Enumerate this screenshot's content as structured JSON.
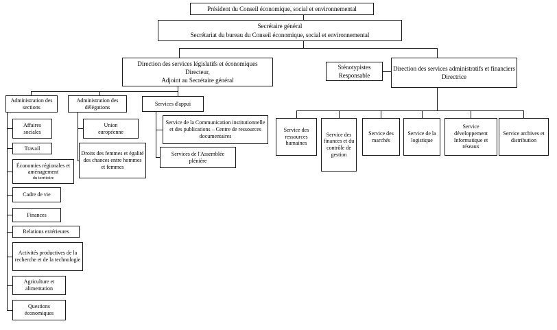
{
  "chart": {
    "president": {
      "label": "Président du Conseil économique, social et environnemental"
    },
    "secretary_general": {
      "line1": "Secrétaire général",
      "line2": "Secrétariat du bureau du Conseil économique, social et environnemental"
    },
    "legislative_direction": {
      "line1": "Direction des services législatifs et économiques",
      "line2": "Directeur,",
      "line3": "Adjoint au Secrétaire général"
    },
    "stenotypists": {
      "line1": "Sténotypistes",
      "line2": "Responsable"
    },
    "administrative_direction": {
      "line1": "Direction des services administratifs et financiers",
      "line2": "Directrice"
    },
    "admin_sections": {
      "label": "Administration des sections",
      "items": [
        {
          "label": "Affaires sociales"
        },
        {
          "label": "Travail"
        },
        {
          "label": "Économies régionales et aménagement",
          "sublabel": "du territoire"
        },
        {
          "label": "Cadre de vie"
        },
        {
          "label": "Finances"
        },
        {
          "label": "Relations extérieures"
        },
        {
          "label": "Activités productives de la recherche et de la technologie"
        },
        {
          "label": "Agriculture et alimentation"
        },
        {
          "label": "Questions économiques"
        }
      ]
    },
    "admin_delegations": {
      "label": "Administration des délégations",
      "items": [
        {
          "label": "Union européenne"
        },
        {
          "label": "Droits des femmes et égalité des chances entre hommes et femmes"
        }
      ]
    },
    "support_services": {
      "label": "Services d'appui",
      "items": [
        {
          "label": "Service de la Communication institutionnelle et des publications – Centre de ressources documentaires"
        },
        {
          "label": "Services de l'Assemblée plénière"
        }
      ]
    },
    "administrative_services": [
      {
        "label": "Service des ressources humaines"
      },
      {
        "label": "Service des finances et du contrôle de gestion"
      },
      {
        "label": "Service des marchés"
      },
      {
        "label": "Service de la logistique"
      },
      {
        "label": "Service développement Informatique et réseaux"
      },
      {
        "label": "Service archives et distribution"
      }
    ],
    "colors": {
      "border": "#1a1a1a",
      "background": "#ffffff",
      "text": "#000000"
    }
  }
}
